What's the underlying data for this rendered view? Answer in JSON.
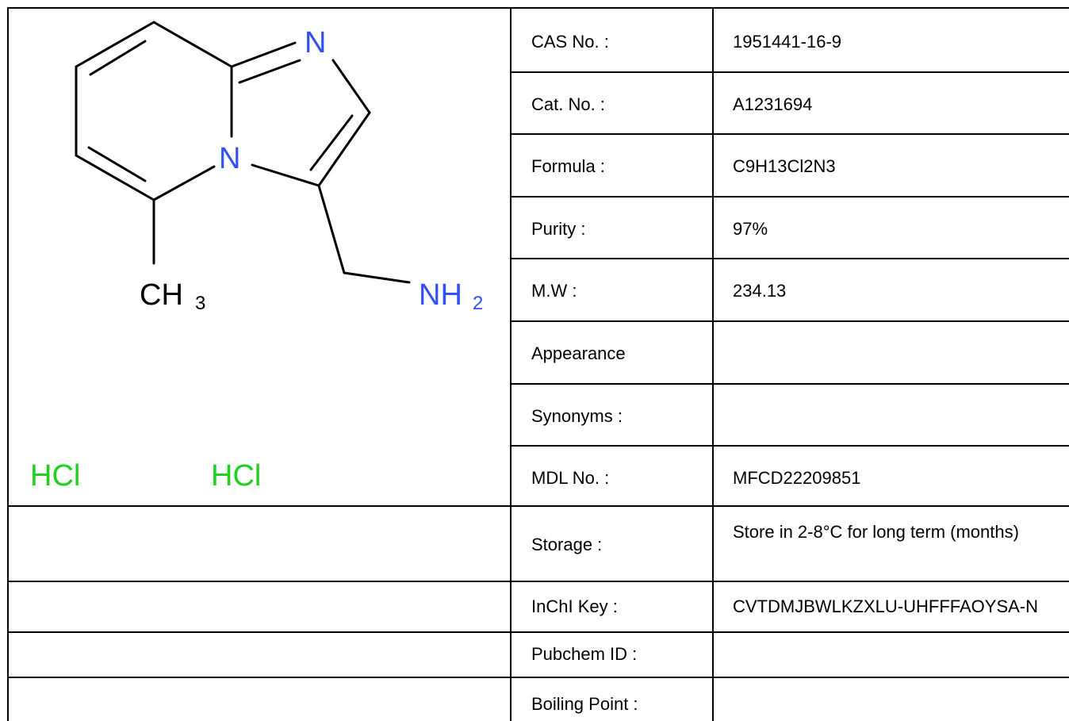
{
  "structure": {
    "atoms": {
      "n_top": "N",
      "n_ring": "N",
      "methyl_c": "CH",
      "methyl_sub": "3",
      "amine": "NH",
      "amine_sub": "2"
    },
    "salts": [
      "HCl",
      "HCl"
    ],
    "colors": {
      "bond": "#000000",
      "nitrogen": "#3050f8",
      "chlorine_salt": "#1fd01f"
    }
  },
  "properties": [
    {
      "label": "CAS No. :",
      "value": "1951441-16-9"
    },
    {
      "label": "Cat. No. :",
      "value": "A1231694"
    },
    {
      "label": "Formula :",
      "value": "C9H13Cl2N3"
    },
    {
      "label": "Purity :",
      "value": "97%"
    },
    {
      "label": "M.W :",
      "value": "234.13"
    },
    {
      "label": "Appearance",
      "value": ""
    },
    {
      "label": "Synonyms :",
      "value": ""
    },
    {
      "label": "MDL No. :",
      "value": "MFCD22209851"
    },
    {
      "label": "Storage :",
      "value": "Store in 2-8°C for long term (months)"
    },
    {
      "label": "InChI Key :",
      "value": "CVTDMJBWLKZXLU-UHFFFAOYSA-N"
    },
    {
      "label": "Pubchem ID :",
      "value": ""
    },
    {
      "label": "Boiling Point :",
      "value": ""
    }
  ]
}
